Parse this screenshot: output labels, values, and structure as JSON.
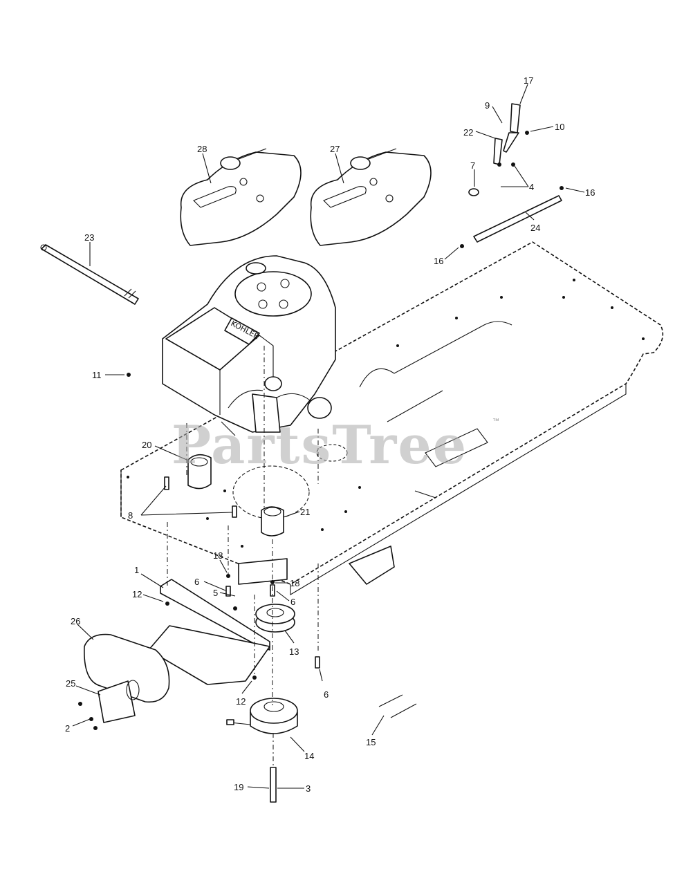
{
  "watermark": {
    "text": "PartsTree",
    "mark": "™"
  },
  "engine_brand": "KOHLER",
  "callouts": {
    "c1": "1",
    "c2": "2",
    "c3": "3",
    "c4": "4",
    "c5": "5",
    "c6a": "6",
    "c6b": "6",
    "c6c": "6",
    "c7": "7",
    "c8": "8",
    "c9": "9",
    "c10": "10",
    "c11": "11",
    "c12a": "12",
    "c12b": "12",
    "c13": "13",
    "c14": "14",
    "c15": "15",
    "c16a": "16",
    "c16b": "16",
    "c17": "17",
    "c18a": "18",
    "c18b": "18",
    "c19": "19",
    "c20": "20",
    "c21": "21",
    "c22": "22",
    "c23": "23",
    "c24": "24",
    "c25": "25",
    "c26": "26",
    "c27": "27",
    "c28": "28"
  },
  "accent_color": "#111111"
}
